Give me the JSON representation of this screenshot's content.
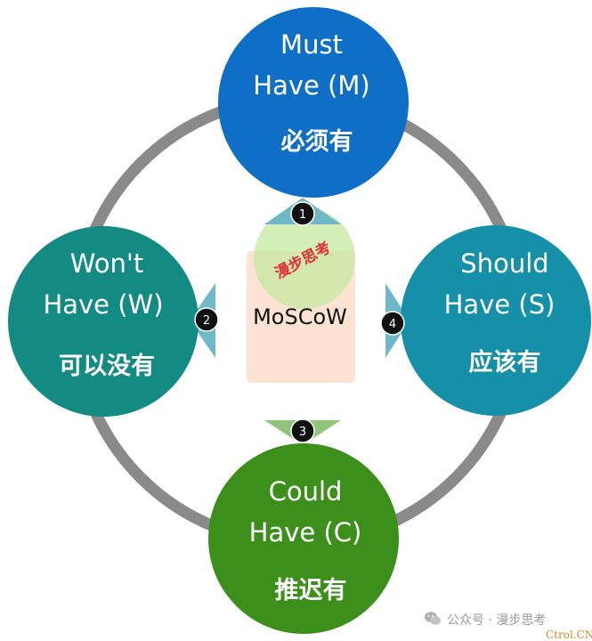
{
  "center": {
    "label": "MoSCoW",
    "stamp": "漫步思考"
  },
  "nodes": {
    "must": {
      "line1": "Must",
      "line2": "Have (M)",
      "zh": "必须有",
      "color": "#0f6fc6",
      "number": "1"
    },
    "wont": {
      "line1": "Won't",
      "line2": "Have (W)",
      "zh": "可以没有",
      "color": "#138a82",
      "number": "2"
    },
    "could": {
      "line1": "Could",
      "line2": "Have (C)",
      "zh": "推迟有",
      "color": "#3d8f1c",
      "number": "3"
    },
    "should": {
      "line1": "Should",
      "line2": "Have (S)",
      "zh": "应该有",
      "color": "#1590a8",
      "number": "4"
    }
  },
  "colors": {
    "ring": "#8a8a8a",
    "center_box": "#fde3d3",
    "center_circle": "#c6e8a0"
  },
  "footer": {
    "text": "公众号 · 漫步思考",
    "icon": "wechat-icon",
    "site": "Ctrol.CN"
  }
}
